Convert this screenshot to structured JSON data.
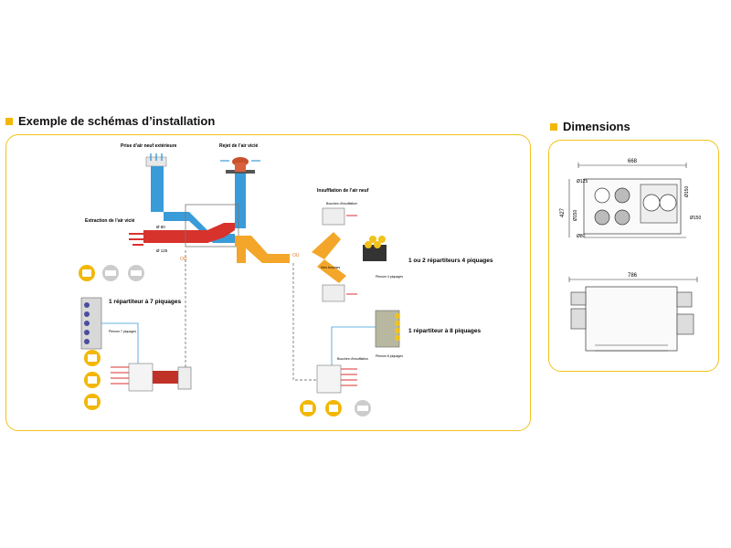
{
  "colors": {
    "accent": "#f2b705",
    "border": "#f2c21b",
    "fresh_air": "#3a9bd9",
    "stale_air": "#d8322c",
    "supply_air": "#f3a62a",
    "extract_out": "#e8a64a"
  },
  "install": {
    "title": "Exemple de schémas d’installation",
    "labels": {
      "outdoor_intake": "Prise d’air neuf extérieure",
      "exhaust": "Rejet de l’air vicié",
      "extraction": "Extraction de l’air vicié",
      "d80": "Ø 80",
      "d125": "Ø 125",
      "insufflation": "Insufflation de l’air neuf",
      "ou_left": "OU",
      "ou_right": "OU",
      "rep_4": "1 ou 2 répartiteurs 4 piquages",
      "rep_7": "1 répartiteur à 7 piquages",
      "rep_8": "1 répartiteur à 8 piquages",
      "small_bouche": "Bouches d’insufflation",
      "small_plenum": "Plenum 7 piquages",
      "small_plenum_8": "Plenum 8 piquages",
      "small_vers": "Vers bouches",
      "small_fixation": "Plenum 4 piquages"
    }
  },
  "dimensions": {
    "title": "Dimensions",
    "front": {
      "width": "668",
      "height": "427",
      "d125": "Ø125",
      "d150a": "Ø150",
      "d150b": "Ø150",
      "d150c": "Ø150",
      "d80": "Ø80"
    },
    "top": {
      "width": "786"
    }
  }
}
